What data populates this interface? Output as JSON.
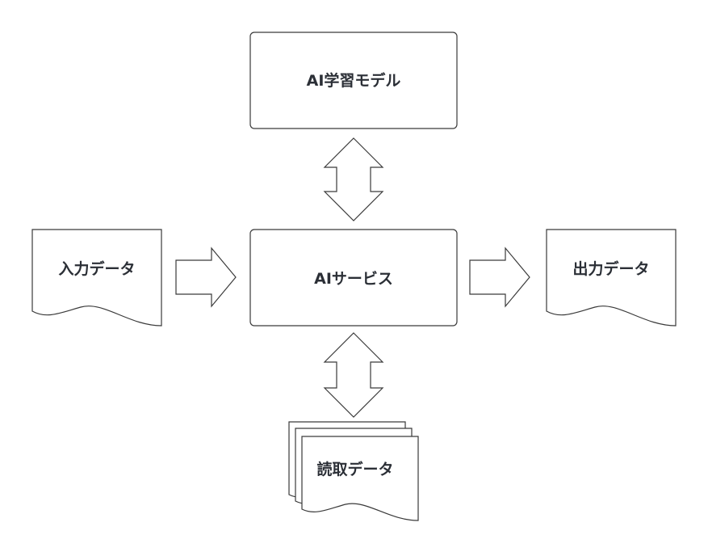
{
  "nodes": {
    "ai_model": "AI学習モデル",
    "ai_service": "AIサービス",
    "input_data": "入力データ",
    "output_data": "出力データ",
    "read_data": "読取データ"
  },
  "edges": [
    {
      "from": "input_data",
      "to": "ai_service",
      "direction": "one-way"
    },
    {
      "from": "ai_service",
      "to": "output_data",
      "direction": "one-way"
    },
    {
      "from": "ai_model",
      "to": "ai_service",
      "direction": "two-way"
    },
    {
      "from": "ai_service",
      "to": "read_data",
      "direction": "two-way"
    }
  ]
}
